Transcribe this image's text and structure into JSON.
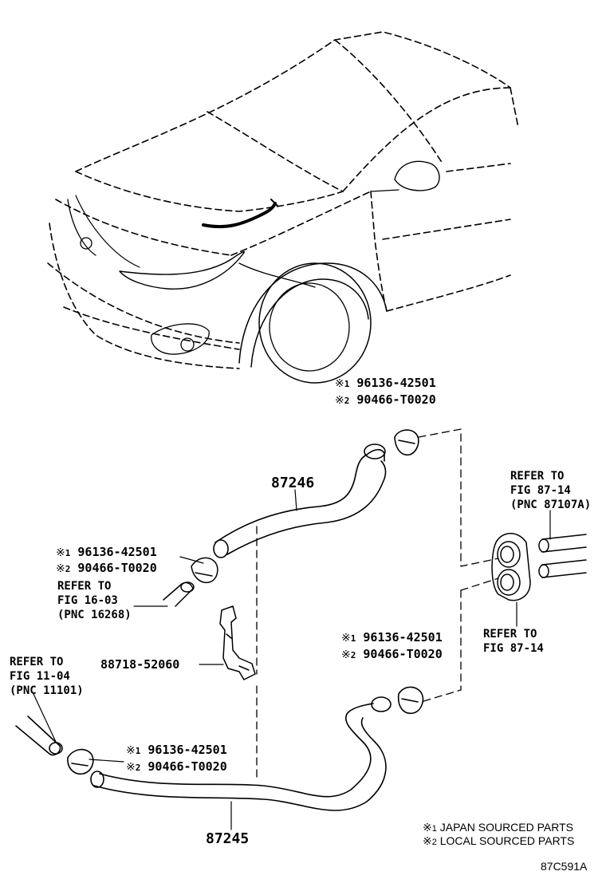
{
  "note_marker": "※",
  "figure_code": "87C591A",
  "legend": [
    {
      "num": "1",
      "text": "JAPAN SOURCED PARTS"
    },
    {
      "num": "2",
      "text": "LOCAL SOURCED PARTS"
    }
  ],
  "main_parts": {
    "hose_upper": "87246",
    "hose_lower": "87245",
    "bracket": "88718-52060"
  },
  "clamps": {
    "top": {
      "j": {
        "num": "1",
        "part": "96136-42501"
      },
      "l": {
        "num": "2",
        "part": "90466-T0020"
      }
    },
    "left": {
      "j": {
        "num": "1",
        "part": "96136-42501"
      },
      "l": {
        "num": "2",
        "part": "90466-T0020"
      }
    },
    "right": {
      "j": {
        "num": "1",
        "part": "96136-42501"
      },
      "l": {
        "num": "2",
        "part": "90466-T0020"
      }
    },
    "bottom": {
      "j": {
        "num": "1",
        "part": "96136-42501"
      },
      "l": {
        "num": "2",
        "part": "90466-T0020"
      }
    }
  },
  "references": {
    "fig_87_14_upper": {
      "line1": "REFER TO",
      "line2": "FIG 87-14",
      "line3": "(PNC 87107A)"
    },
    "fig_16_03": {
      "line1": "REFER TO",
      "line2": "FIG 16-03",
      "line3": "(PNC 16268)"
    },
    "fig_87_14_lower": {
      "line1": "REFER TO",
      "line2": "FIG 87-14"
    },
    "fig_11_04": {
      "line1": "REFER TO",
      "line2": "FIG 11-04",
      "line3": "(PNC 11101)"
    }
  }
}
